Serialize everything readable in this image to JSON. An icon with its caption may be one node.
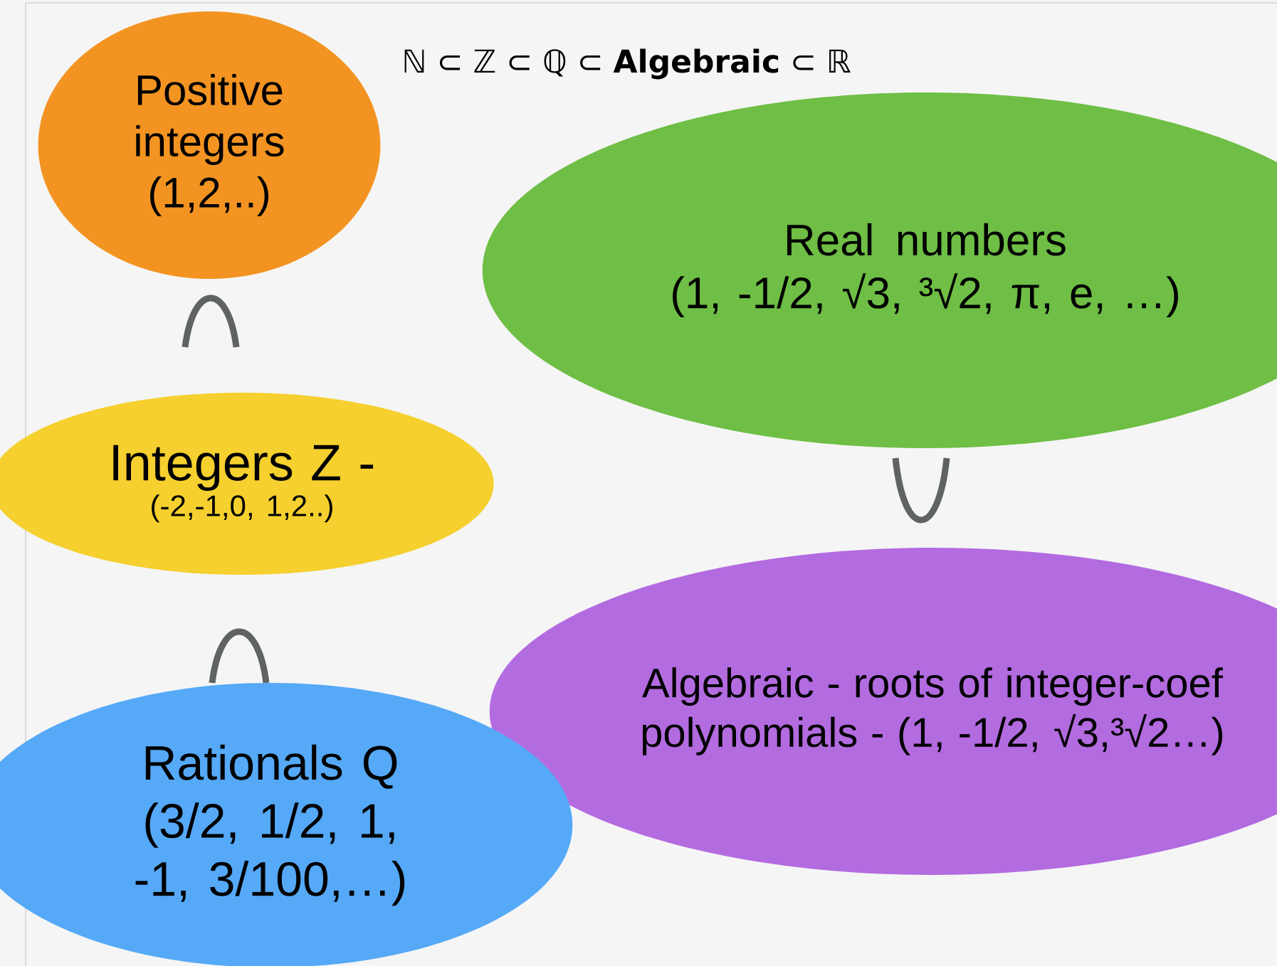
{
  "diagram": {
    "title": "ℕ ⊂ ℤ ⊂ ℚ ⊂ **Algebraic** ⊂ ℝ",
    "nodes": [
      {
        "text": [
          "Positive integers (1,2,..)"
        ]
      },
      {
        "text": [
          "Integers Z -",
          "(-2,-1,0, 1,2..)"
        ]
      },
      {
        "text": [
          "Real numbers",
          "(1, -1/2, √3, ³√2, π, e, …)"
        ]
      },
      {
        "text": [
          "Algebraic - roots of integer-coef polynomials - (1, -1/2, √3,³√2…)"
        ]
      },
      {
        "text": [
          "Rationals Q",
          "(3/2, 1/2, 1, -1, 3/100,…)"
        ]
      }
    ]
  }
}
